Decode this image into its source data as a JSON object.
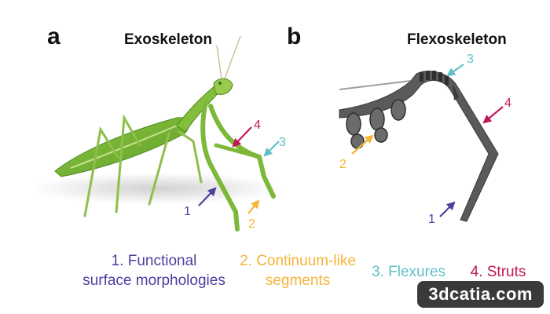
{
  "panels": {
    "a": {
      "letter": "a",
      "title": "Exoskeleton"
    },
    "b": {
      "letter": "b",
      "title": "Flexoskeleton"
    }
  },
  "callouts": {
    "a": {
      "n1": "1",
      "n2": "2",
      "n3": "3",
      "n4": "4"
    },
    "b": {
      "n1": "1",
      "n2": "2",
      "n3": "3",
      "n4": "4"
    }
  },
  "legend": {
    "item1": {
      "line1": "1. Functional",
      "line2": "surface morphologies",
      "color": "#4b3fa0"
    },
    "item2": {
      "line1": "2. Continuum-like",
      "line2": "segments",
      "color": "#f5b43a"
    },
    "item3": {
      "line1": "3. Flexures",
      "color": "#5fc1c8"
    },
    "item4": {
      "line1": "4. Struts",
      "color": "#c2185b"
    }
  },
  "watermark": "3dcatia.com"
}
